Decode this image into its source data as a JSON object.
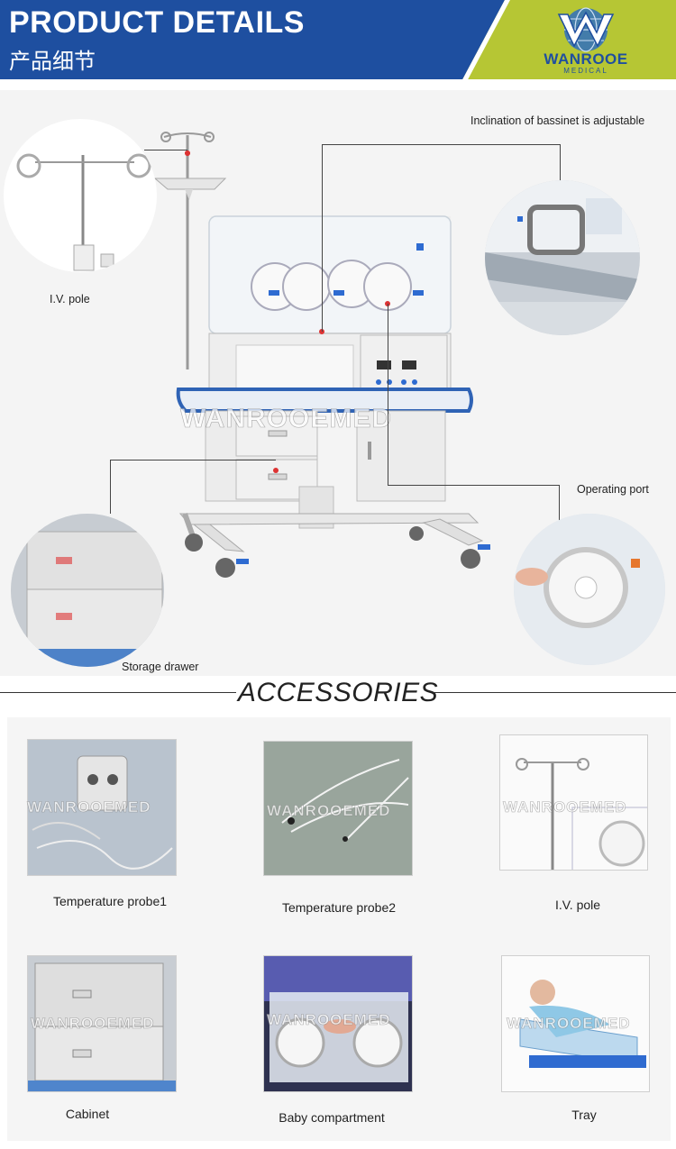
{
  "header": {
    "title": "PRODUCT DETAILS",
    "subtitle": "产品细节",
    "logo_name": "WANROOE",
    "logo_sub": "MEDICAL",
    "colors": {
      "bar": "#1e4fa0",
      "logo_bg": "#b6c634"
    }
  },
  "product": {
    "watermark": "WANROOEMED",
    "callouts": {
      "iv_pole": "I.V. pole",
      "bassinet": "Inclination of bassinet is adjustable",
      "operating_port": "Operating port",
      "storage_drawer": "Storage drawer"
    }
  },
  "accessories": {
    "title": "ACCESSORIES",
    "watermark": "WANROOEMED",
    "items": [
      {
        "label": "Temperature probe1"
      },
      {
        "label": "Temperature probe2"
      },
      {
        "label": "I.V. pole"
      },
      {
        "label": "Cabinet"
      },
      {
        "label": "Baby compartment"
      },
      {
        "label": "Tray"
      }
    ]
  }
}
